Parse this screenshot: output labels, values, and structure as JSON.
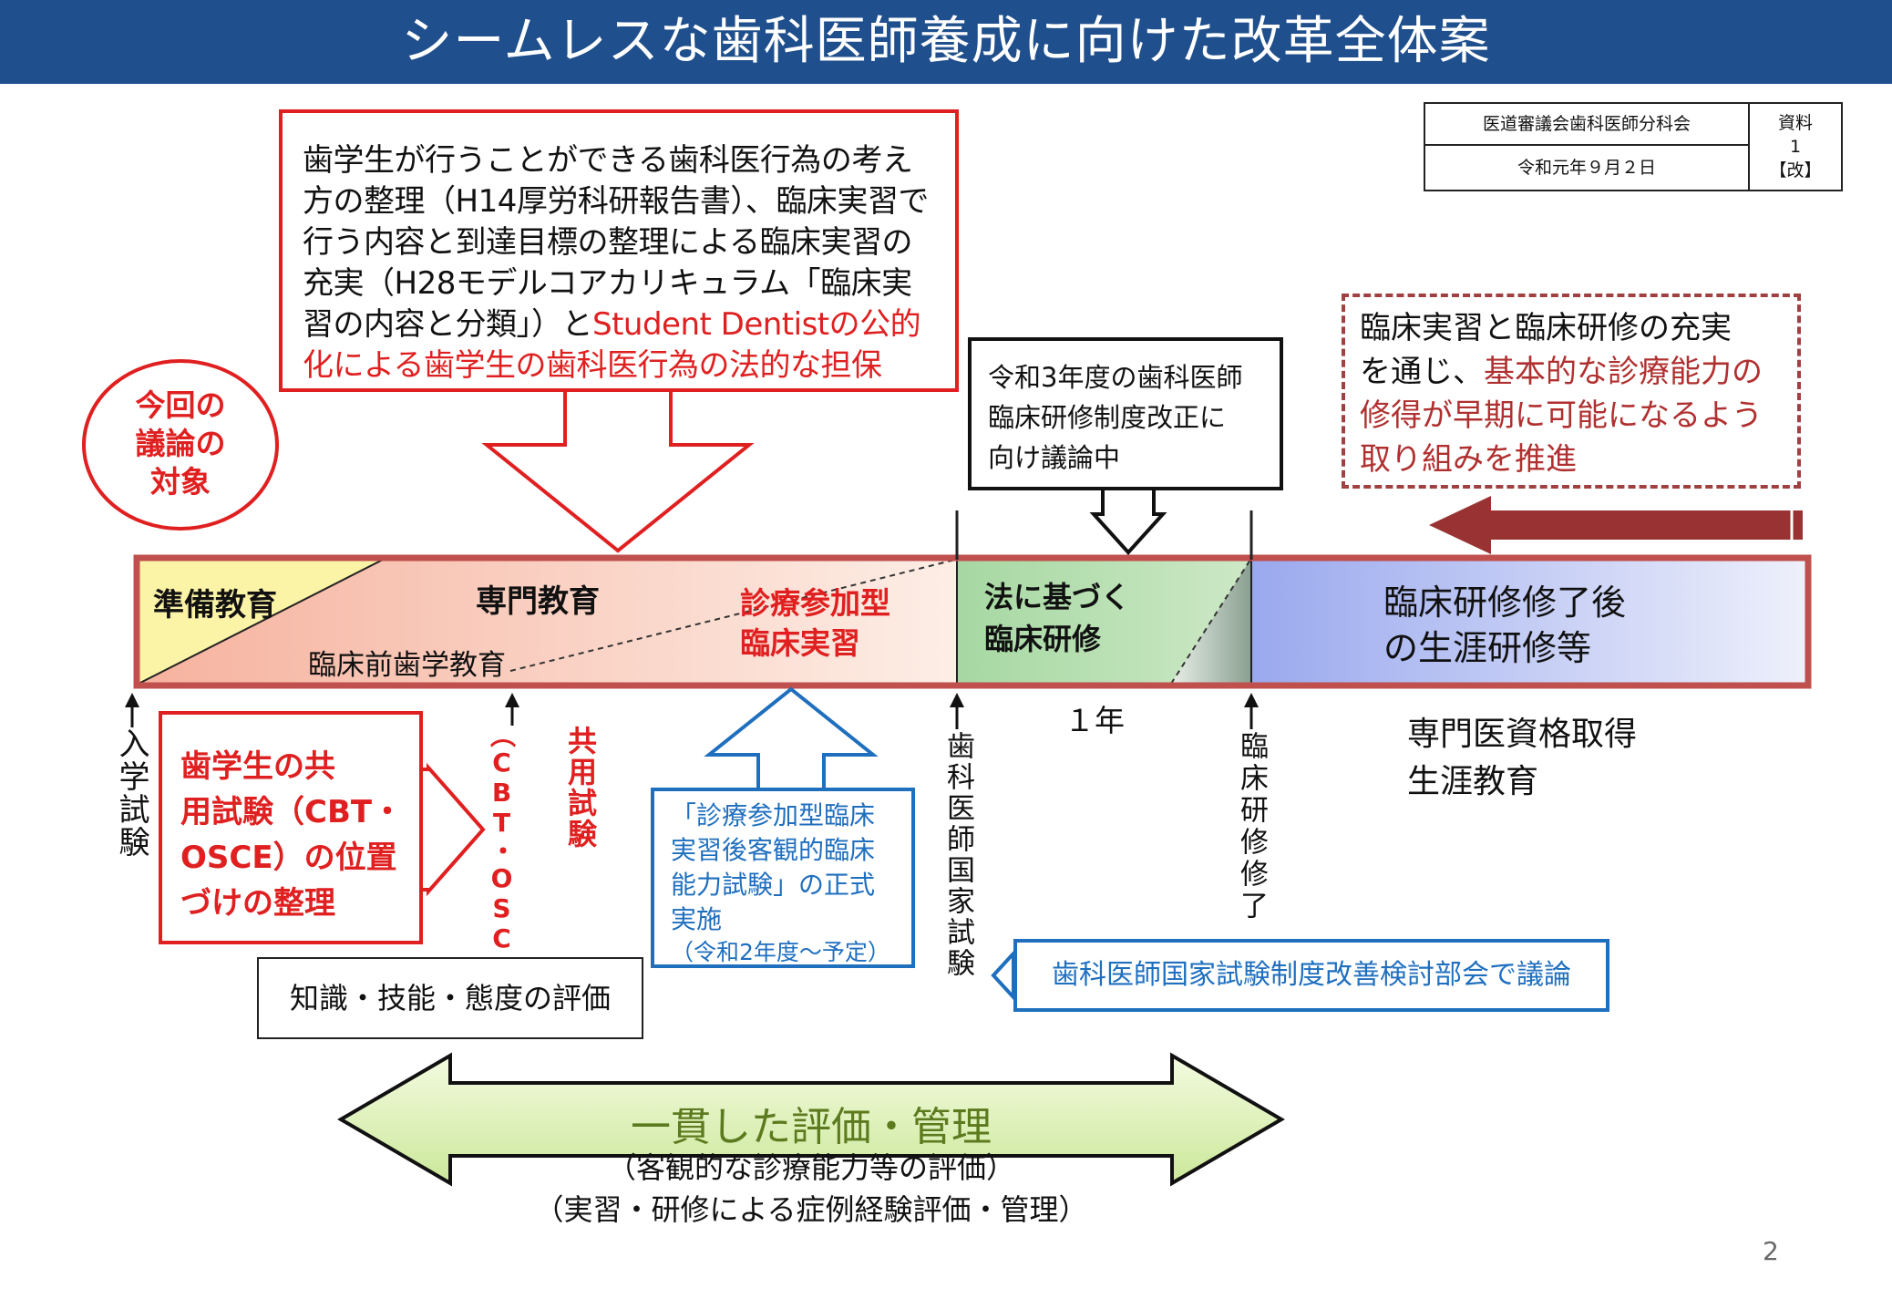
{
  "header": {
    "title": "シームレスな歯科医師養成に向けた改革全体案"
  },
  "meta": {
    "committee": "医道審議会歯科医師分科会",
    "date": "令和元年９月２日",
    "doc_label": "資料\n1\n【改】"
  },
  "callouts": {
    "top_red": {
      "text_black": "歯学生が行うことができる歯科医行為の考え方の整理（H14厚労科研報告書）、臨床実習で行う内容と到達目標の整理による臨床実習の充実（H28モデルコアカリキュラム「臨床実習の内容と分類」）と",
      "text_red": "Student Dentistの公的化による歯学生の歯科医行為の法的な担保"
    },
    "discussion_circle": "今回の\n議論の\n対象",
    "reform_box": "令和3年度の歯科医師\n臨床研修制度改正に\n向け議論中",
    "right_dashed": {
      "text_black": "臨床実習と臨床研修の充実\nを通じ、",
      "text_red": "基本的な診療能力の\n修得が早期に可能になるよう\n取り組みを推進"
    },
    "cbt_box": "歯学生の共\n用試験（CBT・\nOSCE）の位置\nづけの整理",
    "knowledge_box": "知識・技能・態度の評価",
    "blue_box": {
      "main": "「診療参加型臨床\n実習後客観的臨床\n能力試験」の正式\n実施",
      "sub": "（令和2年度～予定）"
    },
    "exam_review": "歯科医師国家試験制度改善検討部会で議論"
  },
  "timeline": {
    "prep": "準備教育",
    "specialized": "専門教育",
    "preclinical": "臨床前歯学教育",
    "participation": "診療参加型\n臨床実習",
    "legal_training": "法に基づく\n臨床研修",
    "post_training": "臨床研修修了後\nの生涯研修等",
    "one_year": "１年",
    "specialist": "専門医資格取得\n生涯教育"
  },
  "milestones": {
    "entrance": "入学試験",
    "common_exam_red": "共用試験",
    "common_exam_black": "（CBT・OSCE）",
    "national_exam": "歯科医師国家試験",
    "training_complete": "臨床研修修了"
  },
  "consistent_eval": {
    "title": "一貫した評価・管理",
    "line1": "（客観的な診療能力等の評価）",
    "line2": "（実習・研修による症例経験評価・管理）"
  },
  "page_number": "2",
  "colors": {
    "header_bg": "#1f4f8c",
    "red": "#e02020",
    "dark_red": "#b03030",
    "blue": "#1f6fbf",
    "timeline_border": "#c0504d"
  }
}
